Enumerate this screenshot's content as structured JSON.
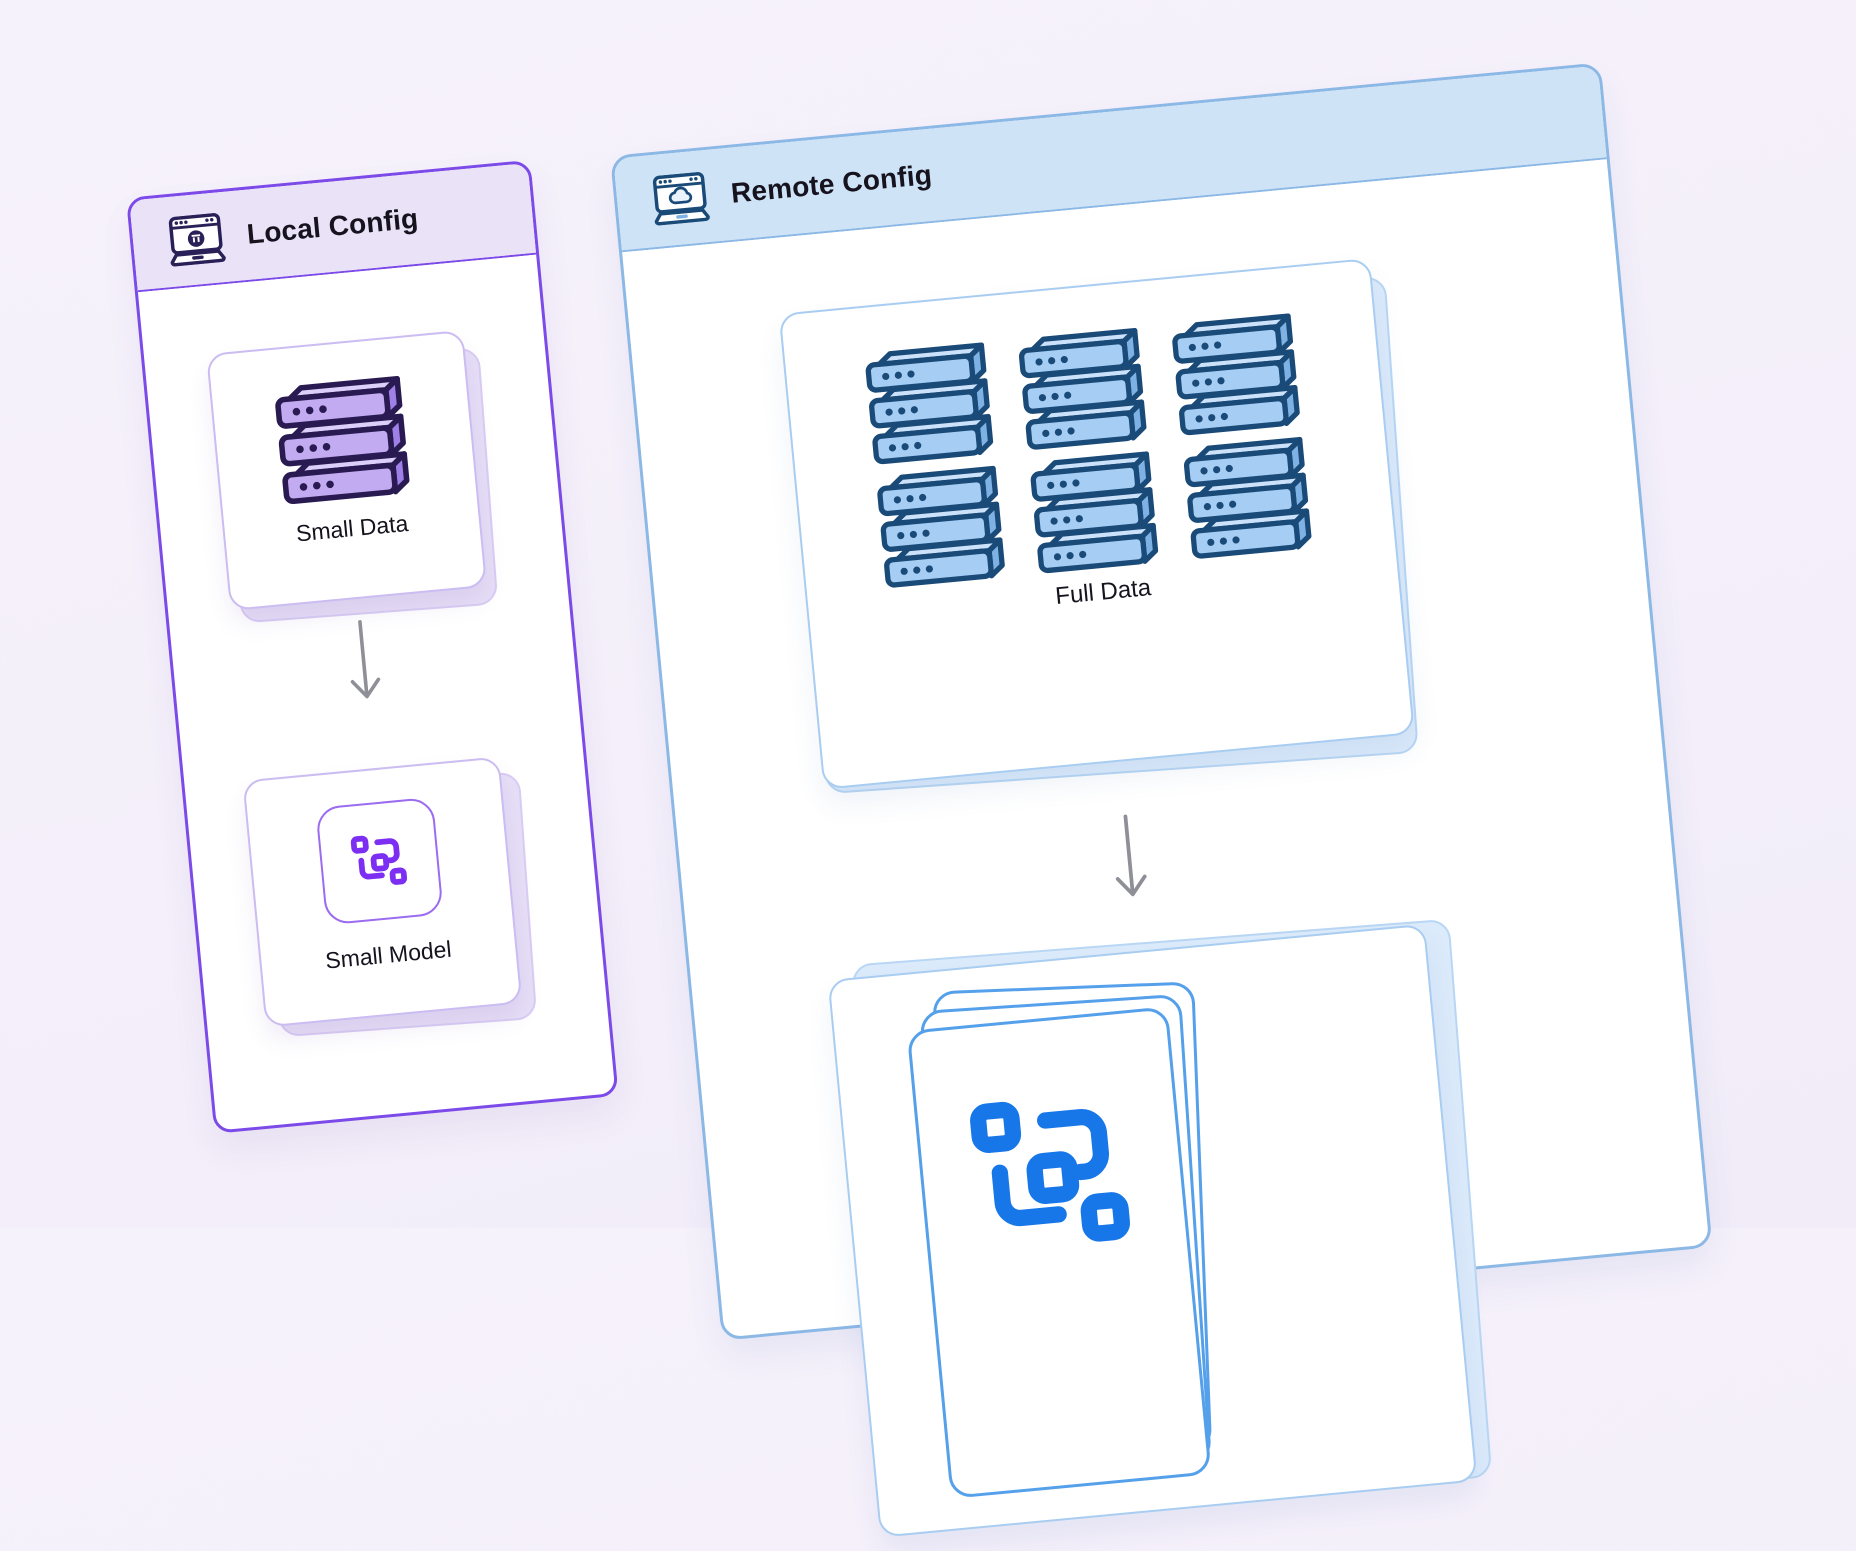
{
  "colors": {
    "background": "#f4f0fa",
    "text": "#16131f",
    "local_border": "#7c4ae8",
    "local_header_bg": "#eae3f8",
    "local_card_border": "#cbbcf1",
    "local_back_bg": "#e7dff7",
    "local_back_border": "#d9cdf4",
    "purple_badge_border": "#9b6cf0",
    "purple_icon": "#7c2ff2",
    "server_purple_ink": "#2a1a52",
    "server_purple_face": "#c2abf1",
    "server_purple_top": "#dccff9",
    "server_purple_side": "#9f80e6",
    "remote_border": "#8cb8e6",
    "remote_header_bg": "#cfe3f7",
    "remote_card_border": "#a9cdf1",
    "remote_back_bg": "#dcebfb",
    "remote_back_border": "#b9d7f4",
    "server_blue_ink": "#1a4a78",
    "server_blue_face": "#a6cdf3",
    "server_blue_top": "#cbe2fa",
    "server_blue_side": "#7fb2e4",
    "stack_card_border": "#55a0ea",
    "blue_icon": "#1877e8",
    "arrow": "#8f8f98"
  },
  "icons": {
    "local_header": "browser-window-icon",
    "remote_header": "browser-cloud-icon",
    "data": "database-server-stack-icon",
    "model": "model-nodes-icon",
    "flow": "down-arrow-icon"
  },
  "panels": {
    "local": {
      "title": "Local Config",
      "small_data": {
        "label": "Small Data",
        "server_count": 1
      },
      "small_model": {
        "label": "Small Model"
      }
    },
    "remote": {
      "title": "Remote Config",
      "full_data": {
        "label": "Full Data",
        "server_count": 6
      },
      "model_stack": {
        "back_count": 2,
        "total_cards": 3
      }
    }
  }
}
